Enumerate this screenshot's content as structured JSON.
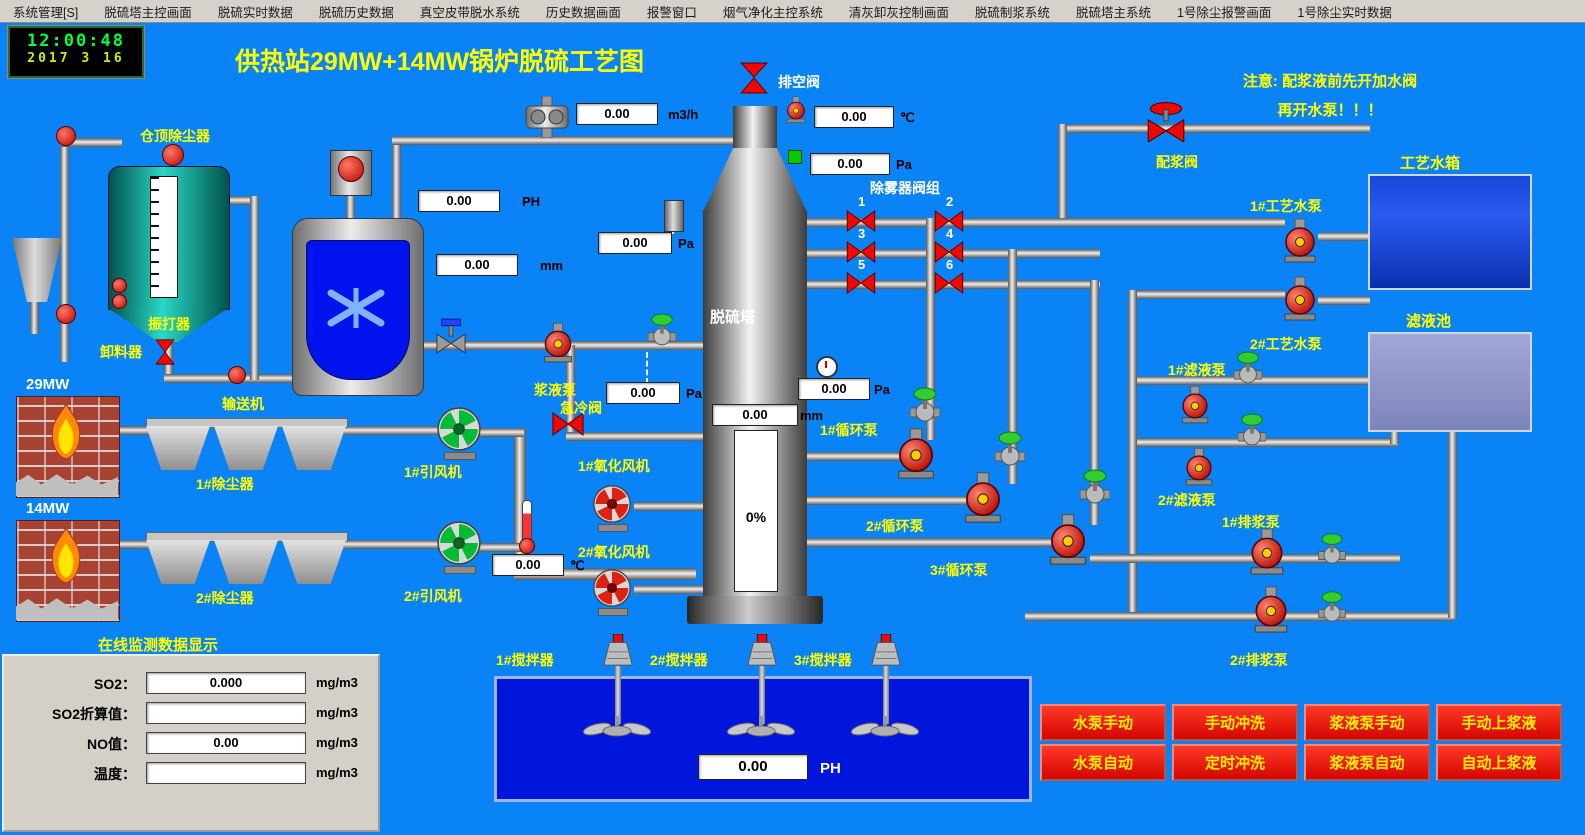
{
  "menu": {
    "items": [
      "系统管理[S]",
      "脱硫塔主控画面",
      "脱硫实时数据",
      "脱硫历史数据",
      "真空皮带脱水系统",
      "历史数据画面",
      "报警窗口",
      "烟气净化主控系统",
      "清灰卸灰控制画面",
      "脱硫制浆系统",
      "脱硫塔主系统",
      "1号除尘报警画面",
      "1号除尘实时数据"
    ]
  },
  "clock": {
    "time": "12:00:48",
    "date": "2017 3 16"
  },
  "title": "供热站29MW+14MW锅炉脱硫工艺图",
  "notice": {
    "line1": "注意: 配浆液前先开加水阀",
    "line2": "再开水泵！！！"
  },
  "labels": {
    "silo_dust_collector": "仓顶除尘器",
    "vibrator": "振打器",
    "discharger": "卸料器",
    "conveyor": "输送机",
    "boiler1": "29MW",
    "boiler2": "14MW",
    "dust_collector1": "1#除尘器",
    "dust_collector2": "2#除尘器",
    "id_fan1": "1#引风机",
    "id_fan2": "2#引风机",
    "slurry_pump": "浆液泵",
    "quench_valve": "急冷阀",
    "vent_valve": "排空阀",
    "tower": "脱硫塔",
    "demister_group": "除雾器阀组",
    "valve1": "1",
    "valve2": "2",
    "valve3": "3",
    "valve4": "4",
    "valve5": "5",
    "valve6": "6",
    "slurry_mix_valve": "配浆阀",
    "process_water_tank": "工艺水箱",
    "process_pump1": "1#工艺水泵",
    "process_pump2": "2#工艺水泵",
    "filtrate_pool": "滤液池",
    "filtrate_pump1": "1#滤液泵",
    "filtrate_pump2": "2#滤液泵",
    "circ_pump1": "1#循环泵",
    "circ_pump2": "2#循环泵",
    "circ_pump3": "3#循环泵",
    "drain_pump1": "1#排浆泵",
    "drain_pump2": "2#排浆泵",
    "oxid_fan1": "1#氧化风机",
    "oxid_fan2": "2#氧化风机",
    "agitator1": "1#搅拌器",
    "agitator2": "2#搅拌器",
    "agitator3": "3#搅拌器"
  },
  "displays": {
    "flow": {
      "value": "0.00",
      "unit": "m3/h"
    },
    "temp_top": {
      "value": "0.00",
      "unit": "℃"
    },
    "pa_top": {
      "value": "0.00",
      "unit": "Pa"
    },
    "ph_left": {
      "value": "0.00",
      "unit": "PH"
    },
    "pa_upper": {
      "value": "0.00",
      "unit": "Pa"
    },
    "mm_left": {
      "value": "0.00",
      "unit": "mm"
    },
    "pa_lower": {
      "value": "0.00",
      "unit": "Pa"
    },
    "pa_right": {
      "value": "0.00",
      "unit": "Pa"
    },
    "mm_tower": {
      "value": "0.00",
      "unit": "mm"
    },
    "tower_level": "0%",
    "temp_duct": {
      "value": "0.00",
      "unit": "℃"
    },
    "ph_pool": {
      "value": "0.00",
      "unit": "PH"
    }
  },
  "monitor": {
    "title": "在线监测数据显示",
    "rows": [
      {
        "label": "SO2：",
        "value": "0.000",
        "unit": "mg/m3"
      },
      {
        "label": "SO2折算值：",
        "value": "",
        "unit": "mg/m3"
      },
      {
        "label": "NO值：",
        "value": "0.00",
        "unit": "mg/m3"
      },
      {
        "label": "温度：",
        "value": "",
        "unit": "mg/m3"
      }
    ]
  },
  "buttons": [
    "水泵手动",
    "手动冲洗",
    "浆液泵手动",
    "手动上浆液",
    "水泵自动",
    "定时冲洗",
    "浆液泵自动",
    "自动上浆液"
  ],
  "colors": {
    "background": "#0a83f6",
    "button_red": "#d40500",
    "label_yellow": "#ffff00",
    "pool_blue": "#0016dd"
  }
}
